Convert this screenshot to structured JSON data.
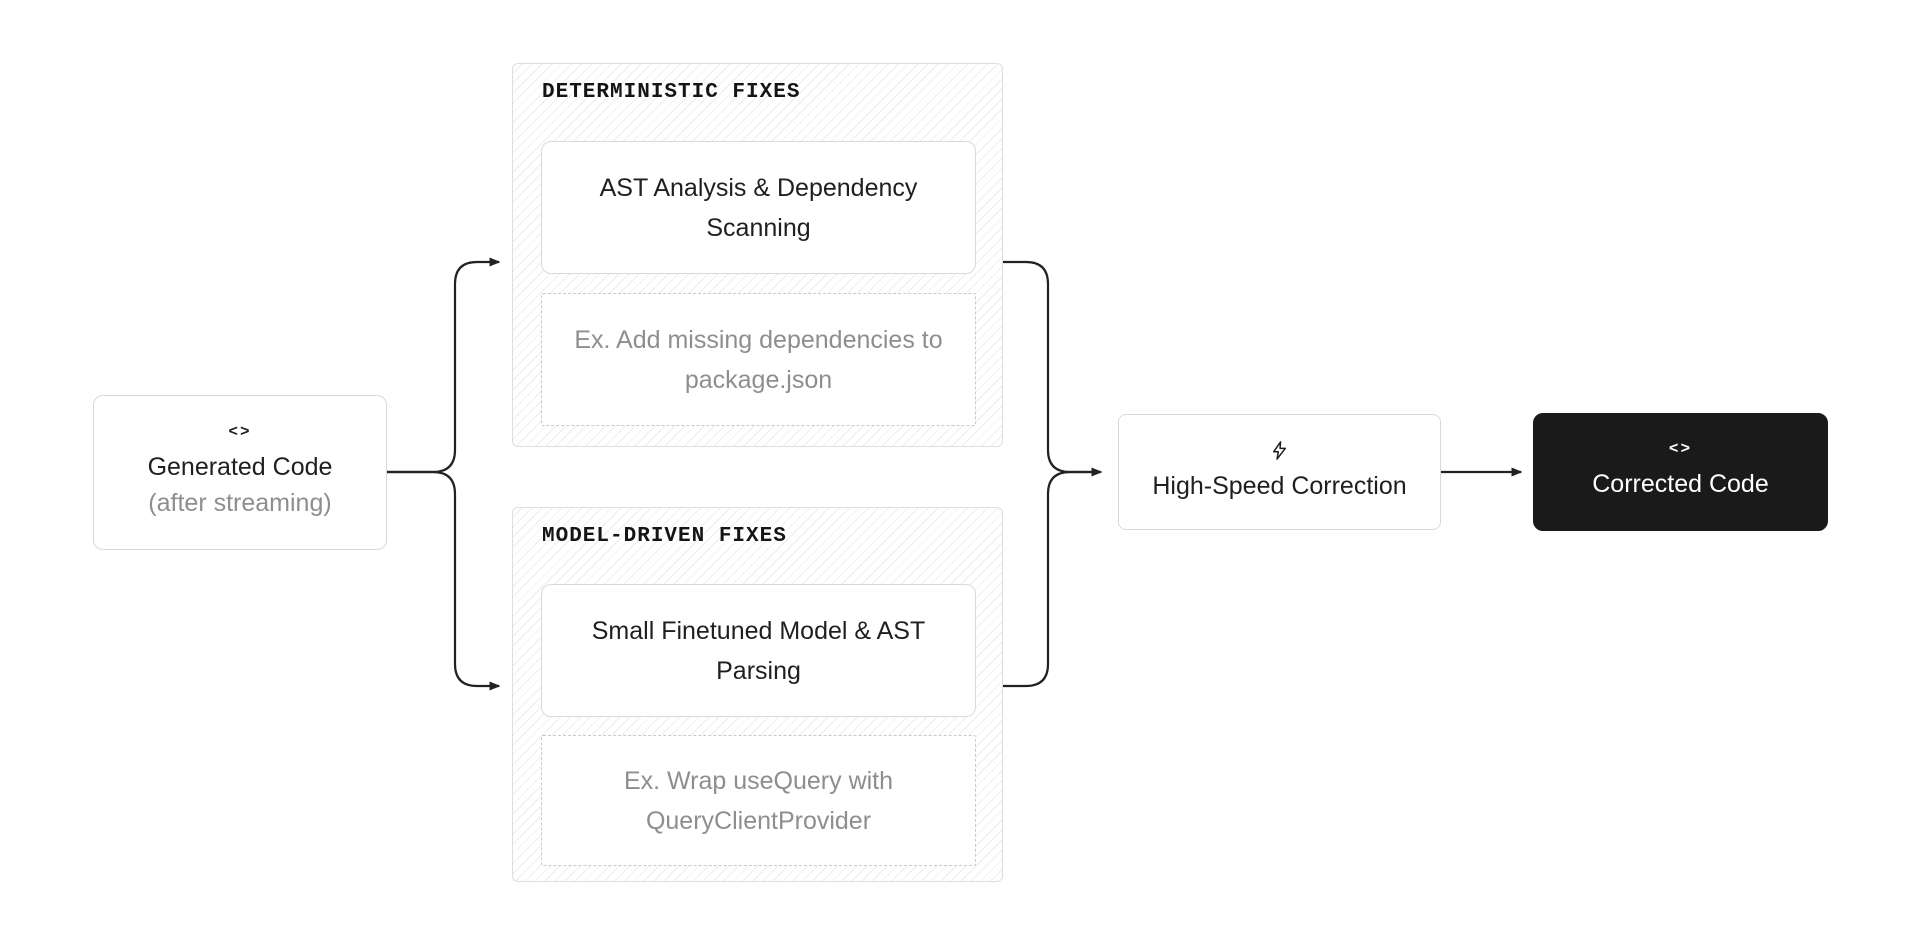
{
  "colors": {
    "background": "#ffffff",
    "text_primary": "#1f1f1f",
    "text_muted": "#8e8e8e",
    "node_border": "#d9d9d9",
    "dashed_border": "#c9c9c9",
    "hatch_line": "#ededed",
    "dark_node_bg": "#1a1a1a",
    "dark_node_text": "#ffffff",
    "arrow": "#222222"
  },
  "diagram": {
    "generated": {
      "icon": "code-icon",
      "icon_glyph": "<>",
      "title": "Generated Code",
      "subtitle": "(after streaming)"
    },
    "deterministic": {
      "label": "DETERMINISTIC FIXES",
      "step": "AST Analysis & Dependency Scanning",
      "example": "Ex. Add missing dependencies to package.json"
    },
    "model": {
      "label": "MODEL-DRIVEN FIXES",
      "step": "Small Finetuned Model & AST Parsing",
      "example": "Ex. Wrap useQuery with QueryClientProvider"
    },
    "correction": {
      "icon": "lightning-icon",
      "title": "High-Speed Correction"
    },
    "corrected": {
      "icon": "code-icon",
      "icon_glyph": "<>",
      "title": "Corrected Code"
    }
  }
}
